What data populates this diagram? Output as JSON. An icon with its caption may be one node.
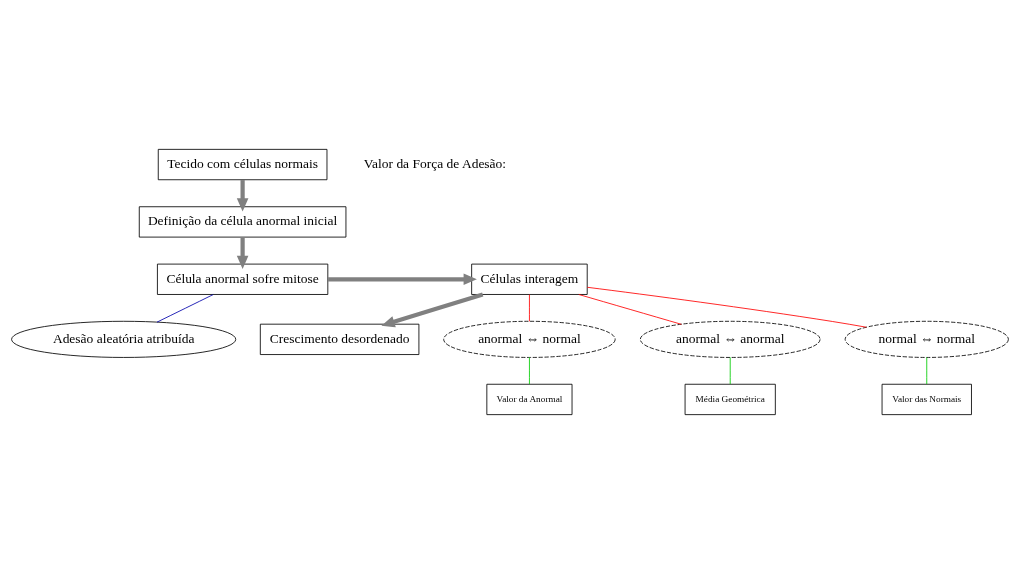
{
  "diagram": {
    "nodes": [
      {
        "text": [
          "Tecido com células normais"
        ]
      },
      {
        "text": [
          "Definição da célula anormal inicial"
        ]
      },
      {
        "text": [
          "Célula anormal sofre mitose"
        ]
      },
      {
        "text": [
          "Adesão aleatória atribuída"
        ]
      },
      {
        "text": [
          "Células interagem"
        ]
      },
      {
        "text": [
          "Crescimento desordenado"
        ]
      },
      {
        "text": [
          "anormal ⇔ normal"
        ]
      },
      {
        "text": [
          "anormal ⇔ anormal"
        ]
      },
      {
        "text": [
          "normal ⇔ normal"
        ]
      },
      {
        "text": [
          "Valor da Anormal"
        ]
      },
      {
        "text": [
          "Média Geométrica"
        ]
      },
      {
        "text": [
          "Valor das Normais"
        ]
      }
    ],
    "edges": [
      {
        "from": 0,
        "to": 1,
        "arrow": "to",
        "style": "thick"
      },
      {
        "from": 1,
        "to": 2,
        "arrow": "to",
        "style": "thick"
      },
      {
        "from": 2,
        "to": 3,
        "arrow": "none",
        "color": "#0000aa"
      },
      {
        "from": 2,
        "to": 4,
        "arrow": "to",
        "style": "thick"
      },
      {
        "from": 4,
        "to": 5,
        "arrow": "to",
        "style": "thick"
      },
      {
        "from": 4,
        "to": 6,
        "arrow": "none",
        "color": "#ff0000"
      },
      {
        "from": 4,
        "to": 7,
        "arrow": "none",
        "color": "#ff0000"
      },
      {
        "from": 4,
        "to": 8,
        "arrow": "none",
        "color": "#ff0000"
      },
      {
        "from": 6,
        "to": 9,
        "arrow": "none",
        "color": "#00cc00"
      },
      {
        "from": 7,
        "to": 10,
        "arrow": "none",
        "color": "#00cc00"
      },
      {
        "from": 8,
        "to": 11,
        "arrow": "none",
        "color": "#00cc00"
      }
    ],
    "labels": [
      "Valor da Força de Adesão:"
    ]
  }
}
